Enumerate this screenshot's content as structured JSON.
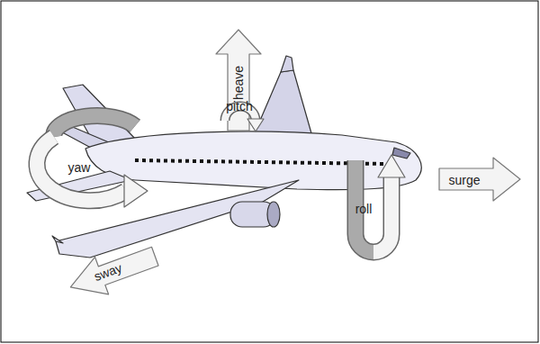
{
  "diagram": {
    "labels": [
      "heave",
      "yaw",
      "pitch",
      "roll",
      "surge",
      "sway"
    ]
  }
}
